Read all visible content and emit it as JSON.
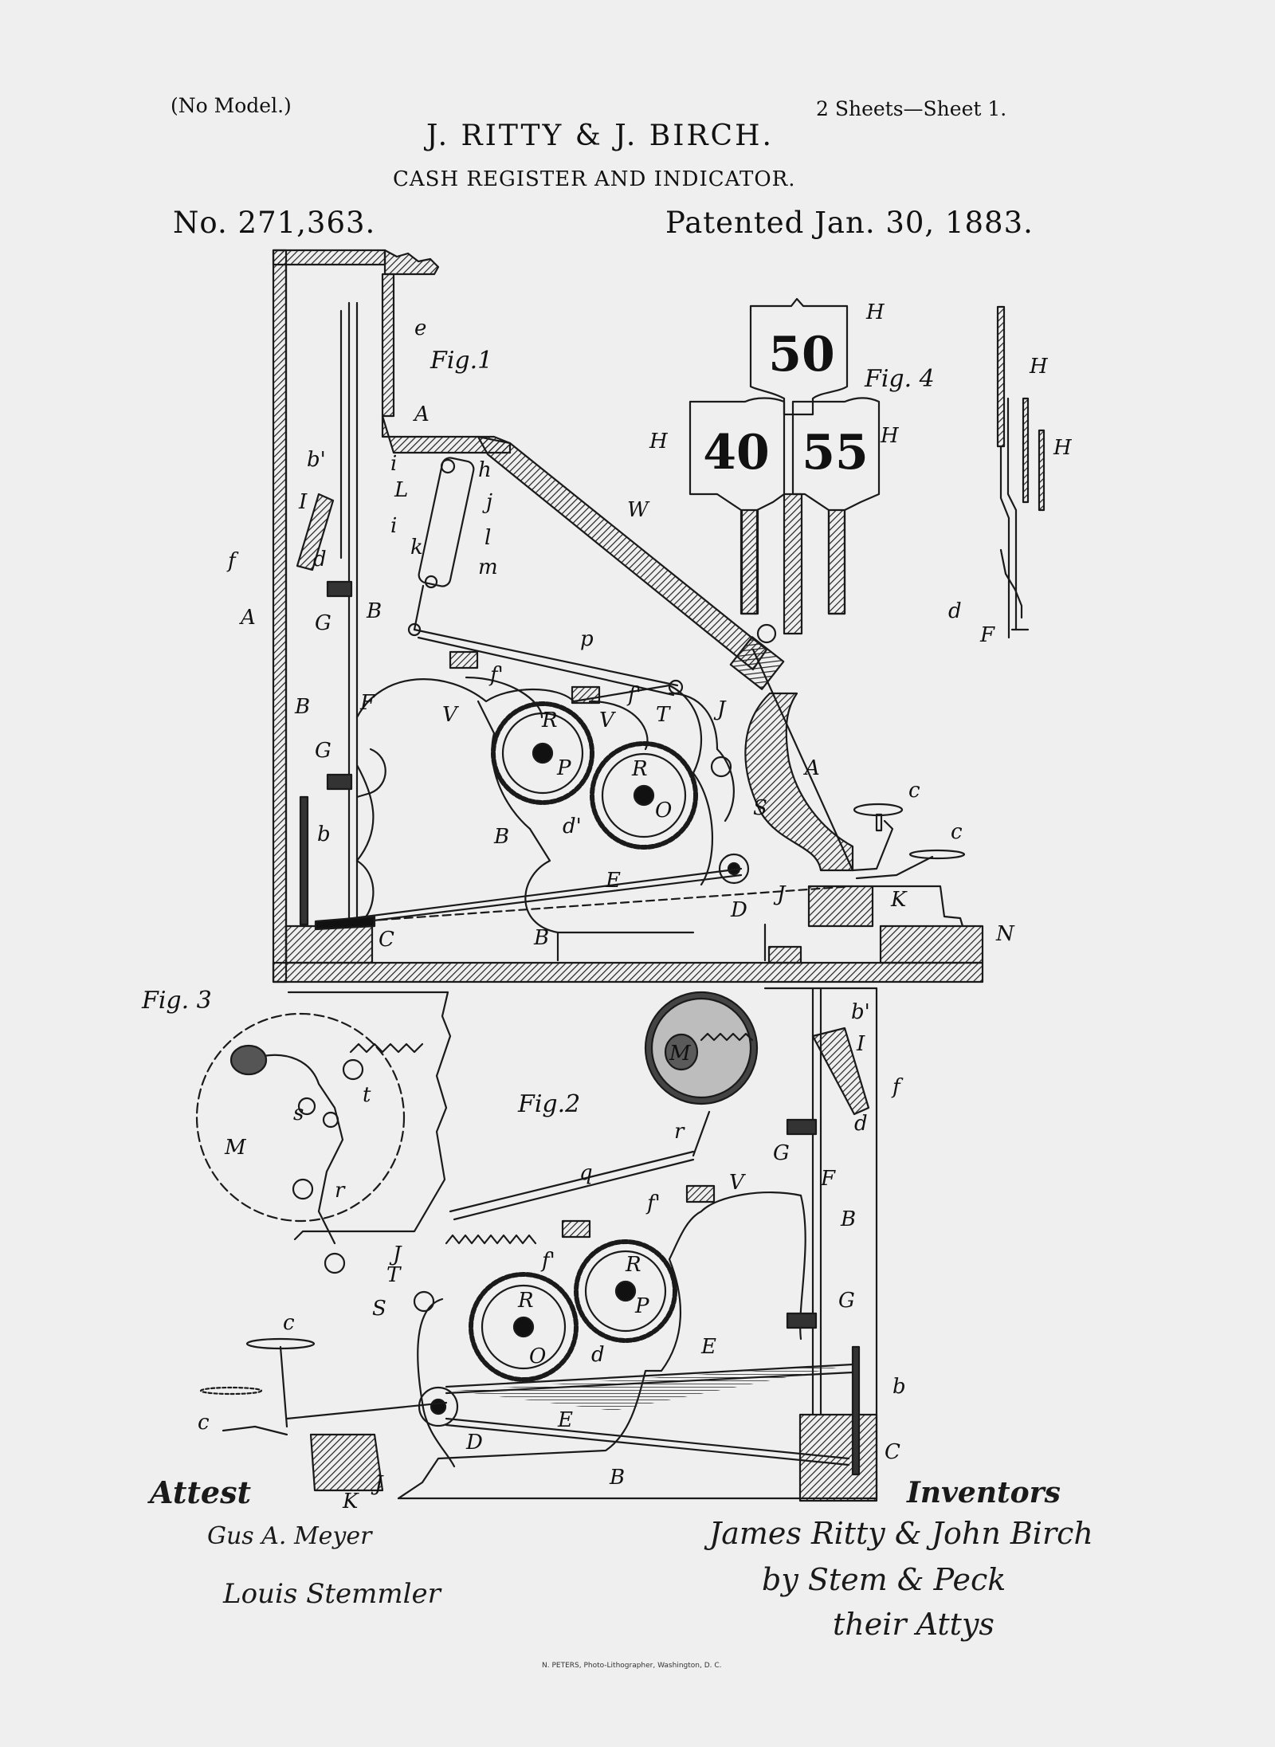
{
  "header": {
    "model_note": "(No Model.)",
    "sheets": "2 Sheets—Sheet 1.",
    "inventors": "J. RITTY & J. BIRCH.",
    "invention_title": "CASH REGISTER AND INDICATOR.",
    "patent_number": "No. 271,363.",
    "patent_date": "Patented Jan. 30, 1883."
  },
  "figures": {
    "fig1": "Fig.1",
    "fig2": "Fig.2",
    "fig3": "Fig. 3",
    "fig4": "Fig. 4"
  },
  "indicator_tablets": {
    "top": "50",
    "left": "40",
    "right": "55"
  },
  "reference_letters": [
    "A",
    "B",
    "C",
    "D",
    "E",
    "F",
    "G",
    "H",
    "I",
    "J",
    "K",
    "L",
    "M",
    "N",
    "O",
    "P",
    "R",
    "S",
    "T",
    "V",
    "W",
    "b",
    "b'",
    "c",
    "d",
    "d'",
    "e",
    "f",
    "f'",
    "h",
    "i",
    "j",
    "k",
    "l",
    "m",
    "p",
    "q",
    "r",
    "s",
    "t"
  ],
  "signatures": {
    "attest_label": "Attest",
    "witness_1": "Gus A. Meyer",
    "witness_2": "Louis Stemmler",
    "inventors_label": "Inventors",
    "inventor_names": "James Ritty & John Birch",
    "attorneys": "by Stem & Peck",
    "attys_label": "their Attys"
  },
  "printer_imprint": "N. PETERS, Photo-Lithographer, Washington, D. C."
}
